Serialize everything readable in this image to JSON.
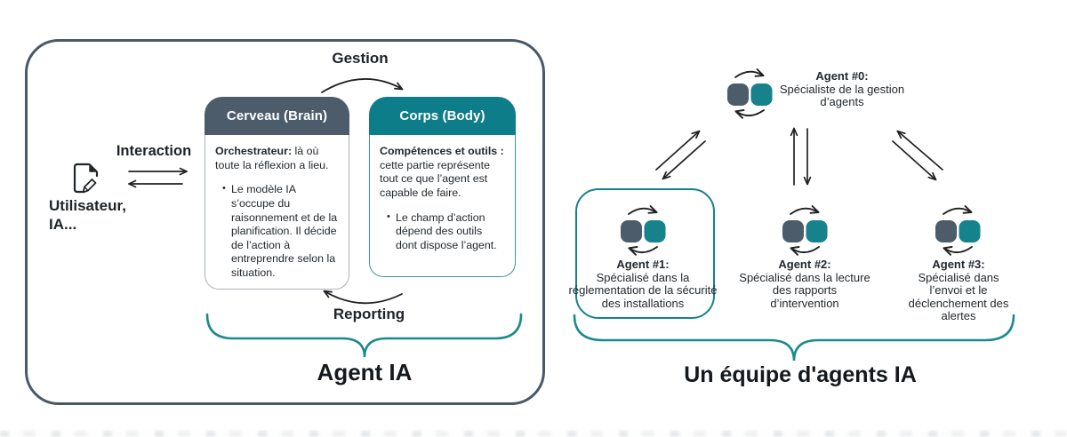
{
  "colors": {
    "slate": "#4d5c6b",
    "teal_header": "#0e7d8a",
    "teal_icon": "#16828c",
    "teal_brace": "#1b8a8c",
    "outer_border": "#4a5968",
    "arrow": "#212121",
    "text": "#20262b"
  },
  "icons": {
    "user": "document-edit-icon",
    "agent": "agent-cycle-icon"
  },
  "left_panel": {
    "user": {
      "line1": "Utilisateur,",
      "line2": "IA..."
    },
    "interaction_label": "Interaction",
    "gestion_label": "Gestion",
    "reporting_label": "Reporting",
    "brace_label": "Agent IA",
    "brain_card": {
      "title": "Cerveau (Brain)",
      "lead_bold": "Orchestrateur:",
      "lead_rest": " là où toute la réflexion a lieu.",
      "bullet": "Le modèle IA s’occupe du raisonnement et de la planification. Il décide de l’action à entreprendre selon la situation."
    },
    "body_card": {
      "title": "Corps (Body)",
      "lead_bold": "Compétences et outils :",
      "lead_rest": " cette partie représente tout ce que l’agent est capable de faire.",
      "bullet": "Le champ d’action dépend des outils dont dispose l’agent."
    }
  },
  "right_panel": {
    "brace_label": "Un équipe d'agents IA",
    "agents": [
      {
        "title": "Agent #0:",
        "description": "Spécialiste de la gestion d’agents"
      },
      {
        "title": "Agent #1:",
        "description": "Spécialisé dans la réglementation de la sécurité des installations"
      },
      {
        "title": "Agent #2:",
        "description": "Spécialisé dans la lecture des rapports d’intervention"
      },
      {
        "title": "Agent #3:",
        "description": "Spécialisé dans l’envoi et le déclenchement des alertes"
      }
    ]
  }
}
